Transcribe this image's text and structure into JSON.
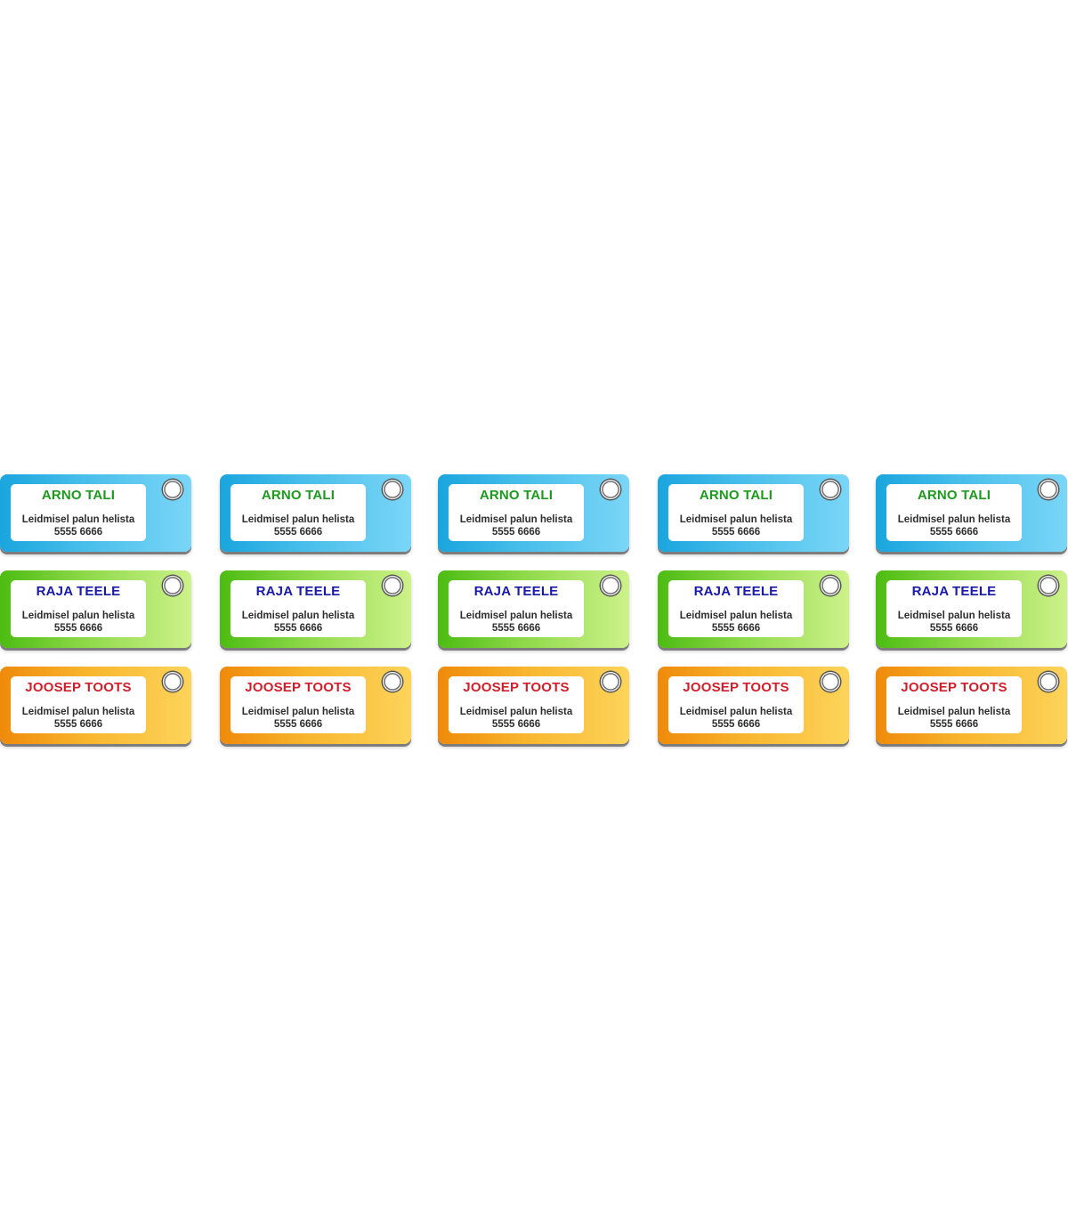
{
  "rows": [
    {
      "name": "ARNO TALI",
      "text": "Leidmisel palun helista",
      "phone": "5555 6666",
      "color": "blue",
      "text_color": "#1c9a1c"
    },
    {
      "name": "RAJA TEELE",
      "text": "Leidmisel palun helista",
      "phone": "5555 6666",
      "color": "green",
      "text_color": "#1a1aa8"
    },
    {
      "name": "JOOSEP TOOTS",
      "text": "Leidmisel palun helista",
      "phone": "5555 6666",
      "color": "orange",
      "text_color": "#d01f2a"
    }
  ],
  "columns": 5
}
